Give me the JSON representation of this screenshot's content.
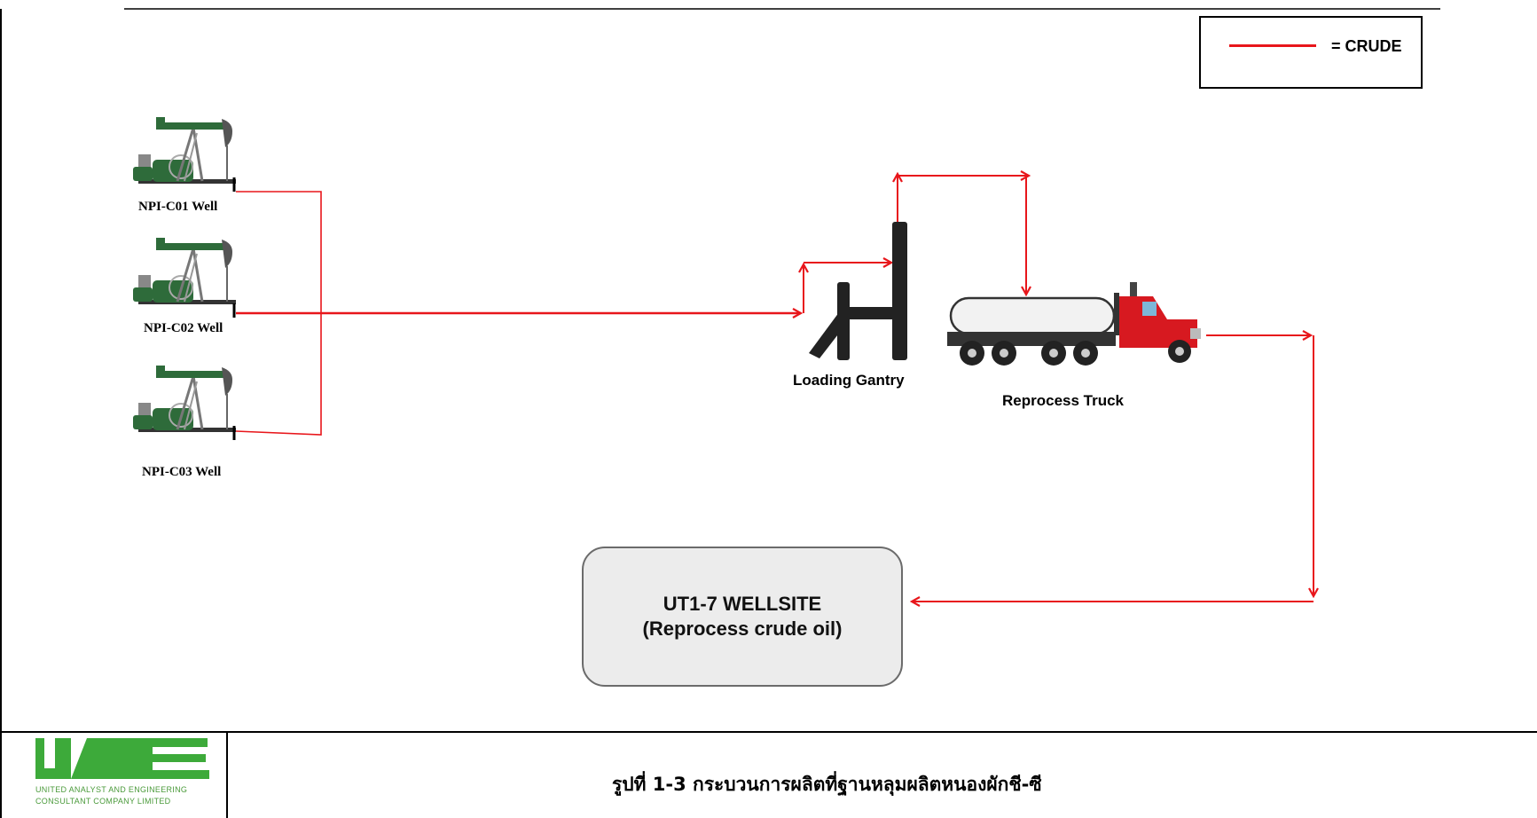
{
  "legend": {
    "label": "= CRUDE",
    "line_color": "#e8161b"
  },
  "wells": [
    {
      "label": "NPI-C01 Well"
    },
    {
      "label": "NPI-C02 Well"
    },
    {
      "label": "NPI-C03 Well"
    }
  ],
  "equipment": {
    "loading_gantry": "Loading Gantry",
    "reprocess_truck": "Reprocess Truck"
  },
  "wellsite": {
    "line1": "UT1-7 WELLSITE",
    "line2": "(Reprocess crude oil)"
  },
  "footer": {
    "logo_text": "UAE",
    "company_line1": "UNITED ANALYST AND ENGINEERING",
    "company_line2": "CONSULTANT COMPANY LIMITED",
    "caption": "รูปที่ 1-3 กระบวนการผลิตที่ฐานหลุมผลิตหนองผักชี-ซี"
  },
  "colors": {
    "crude": "#e8161b",
    "pump_green": "#2e6b3a",
    "logo_green": "#3daa3a",
    "truck_red": "#d71920"
  },
  "icons": {
    "pump": "pumpjack-icon",
    "gantry": "loading-gantry-icon",
    "truck": "tanker-truck-icon"
  }
}
